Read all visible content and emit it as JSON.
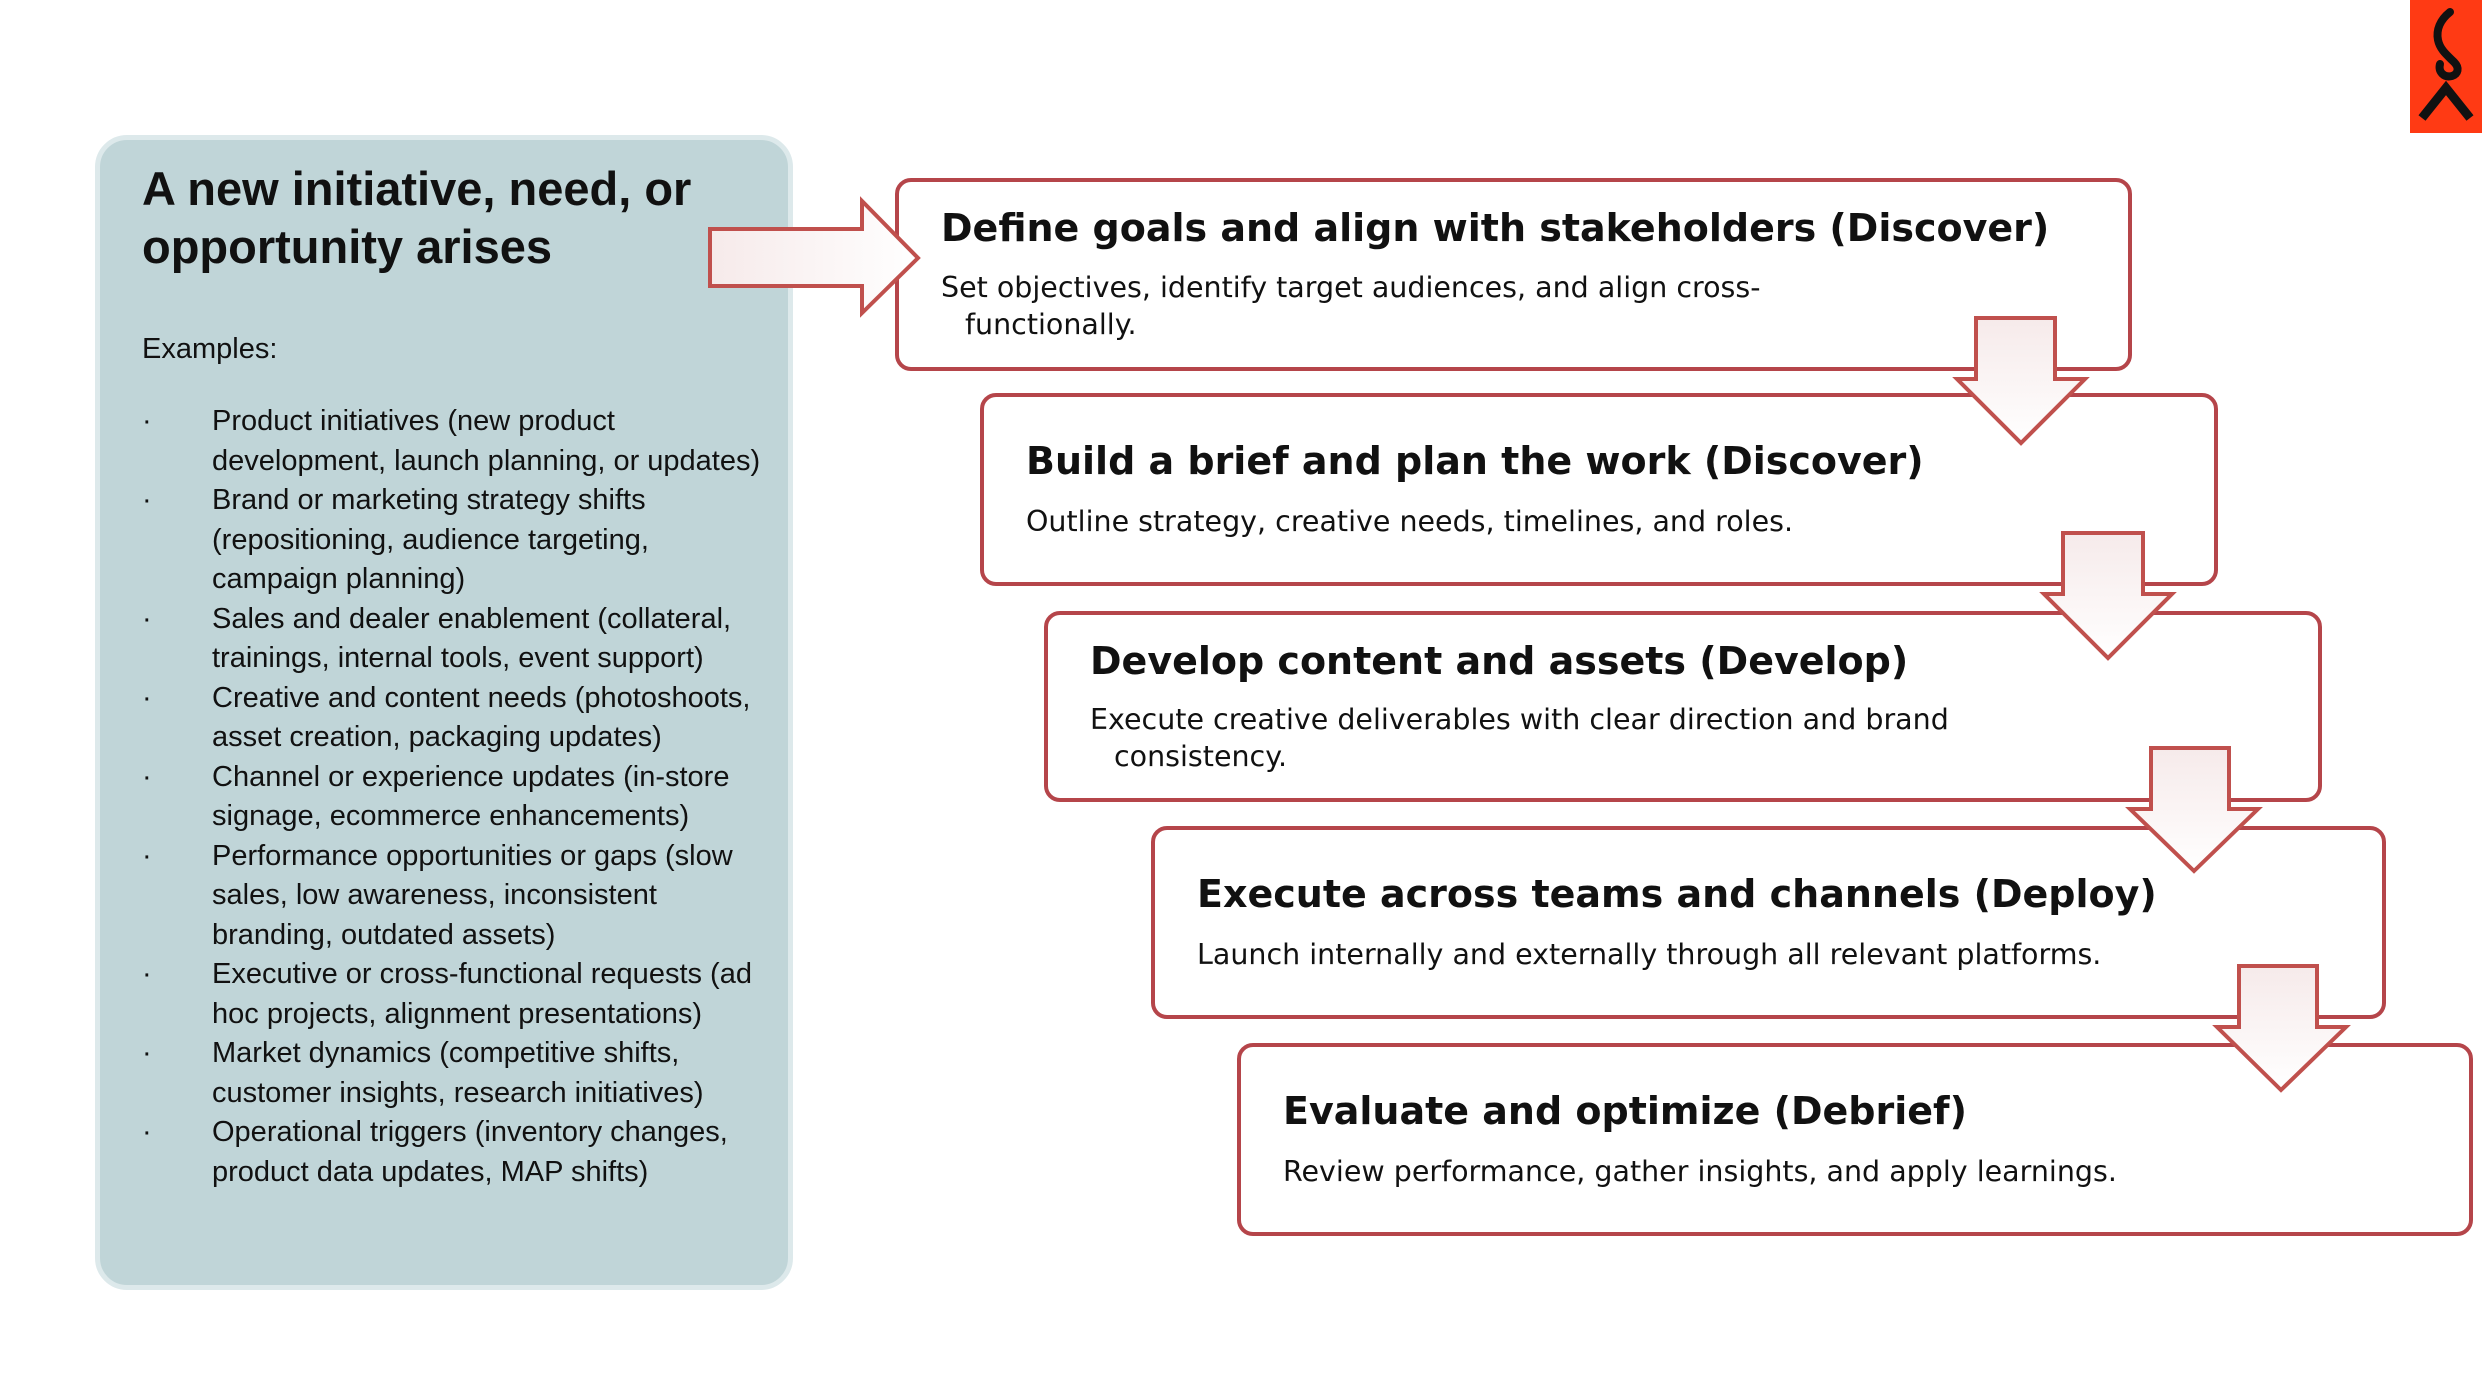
{
  "trigger": {
    "title": "A new initiative, need, or opportunity arises",
    "examples_label": "Examples:",
    "bullet": "·",
    "examples": [
      "Product initiatives (new product development, launch planning, or updates)",
      "Brand or marketing strategy shifts (repositioning, audience targeting, campaign planning)",
      "Sales and dealer enablement (collateral, trainings, internal tools, event support)",
      "Creative and content needs (photoshoots, asset creation, packaging updates)",
      "Channel or experience updates (in-store signage, ecommerce enhancements)",
      "Performance opportunities or gaps (slow sales, low awareness, inconsistent branding, outdated assets)",
      "Executive or cross-functional requests (ad hoc projects, alignment presentations)",
      "Market dynamics (competitive shifts, customer insights, research initiatives)",
      "Operational triggers (inventory changes, product data updates, MAP shifts)"
    ]
  },
  "steps": [
    {
      "title": "Define goals and align with stakeholders (Discover)",
      "description": "Set objectives, identify target audiences, and align cross-functionally."
    },
    {
      "title": "Build a brief and plan the work (Discover)",
      "description": "Outline strategy, creative needs, timelines, and roles."
    },
    {
      "title": "Develop content and assets (Develop)",
      "description": "Execute creative deliverables with clear direction and brand consistency."
    },
    {
      "title": "Execute across teams and channels (Deploy)",
      "description": "Launch internally and externally through all relevant platforms."
    },
    {
      "title": "Evaluate and optimize (Debrief)",
      "description": "Review performance, gather insights, and apply learnings."
    }
  ],
  "colors": {
    "panel_fill": "#c0d5d8",
    "box_border": "#b5454a",
    "arrow_stroke": "#c0504d",
    "logo_bg": "#ff3a14"
  },
  "logo": {
    "icon": "flame-chevron-logo-icon"
  }
}
